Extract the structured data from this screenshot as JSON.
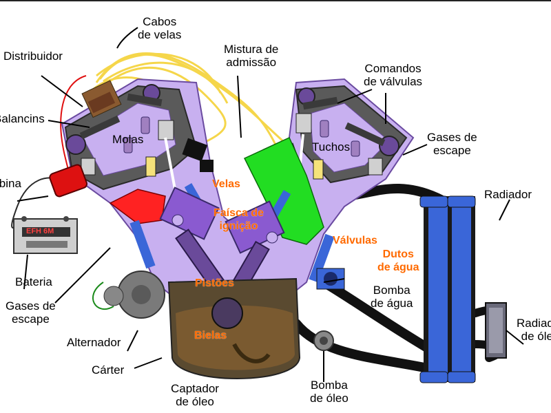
{
  "labels": {
    "cabos_velas": "Cabos\nde velas",
    "mistura": "Mistura de\nadmissão",
    "comandos": "Comandos\nde válvulas",
    "distribuidor": "Distribuidor",
    "balancins": "Balancins",
    "molas": "Molas",
    "tuchos": "Tuchos",
    "gases_escape_right": "Gases de\nescape",
    "bobina": "Bobina",
    "velas": "Velas",
    "faisca": "Faísca de\nignição",
    "valvulas": "Válvulas",
    "radiador": "Radiador",
    "dutos_agua": "Dutos\nde água",
    "pistoes": "Pistões",
    "bomba_agua": "Bomba\nde água",
    "bateria": "Bateria",
    "gases_escape_left": "Gases de\nescape",
    "alternador": "Alternador",
    "bielas": "Bielas",
    "radiador_oleo": "Radiador\nde óleo",
    "carter": "Cárter",
    "captador": "Captador\nde óleo",
    "bomba_oleo": "Bomba\nde óleo",
    "battery_display": "EFH 6M"
  },
  "colors": {
    "engine_block": "#c8b0f0",
    "cylinder_head_dark": "#3a3a3a",
    "intake_green": "#22dd22",
    "exhaust_red": "#ff2222",
    "piston_purple": "#8a5ad0",
    "crankcase": "#5a4a30",
    "spark_wires": "#f5d64a",
    "water_blue": "#3a66d8",
    "label_orange": "#ff6a00"
  }
}
